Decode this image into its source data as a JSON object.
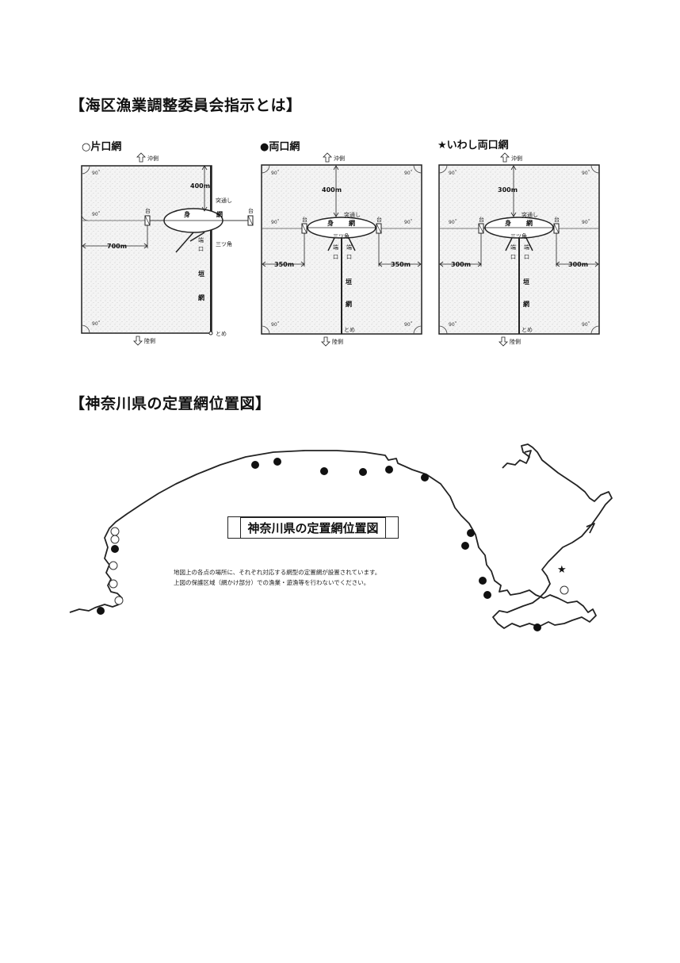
{
  "headings": {
    "instructions": "【海区漁業調整委員会指示とは】",
    "location_map": "【神奈川県の定置網位置図】"
  },
  "diagrams": [
    {
      "title": "○片口網",
      "top_label": "沖側",
      "bottom_label": "陸側",
      "angle": "90˚",
      "dist_top": "400m",
      "dist_side_left": "700m",
      "body_label_1": "身",
      "body_label_2": "網",
      "pass_label": "突通し",
      "stand_label": "台",
      "mouth_label_1": "端",
      "mouth_label_2": "口",
      "triangle_label": "三ツ角",
      "lead_label_1": "垣",
      "lead_label_2": "網",
      "end_label": "とめ"
    },
    {
      "title": "●両口網",
      "top_label": "沖側",
      "bottom_label": "陸側",
      "angle": "90˚",
      "dist_top": "400m",
      "dist_side_left": "350m",
      "dist_side_right": "350m",
      "body_label_1": "身",
      "body_label_2": "網",
      "pass_label": "突通し",
      "stand_label": "台",
      "mouth_label_1": "端",
      "mouth_label_2": "口",
      "triangle_label": "三ツ角",
      "lead_label_1": "垣",
      "lead_label_2": "網",
      "end_label": "とめ"
    },
    {
      "title": "★いわし両口網",
      "top_label": "沖側",
      "bottom_label": "陸側",
      "angle": "90˚",
      "dist_top": "300m",
      "dist_side_left": "300m",
      "dist_side_right": "300m",
      "body_label_1": "身",
      "body_label_2": "網",
      "pass_label": "突通し",
      "stand_label": "台",
      "mouth_label_1": "端",
      "mouth_label_2": "口",
      "triangle_label": "三ツ角",
      "lead_label_1": "垣",
      "lead_label_2": "網",
      "end_label": "とめ"
    }
  ],
  "map": {
    "box_title": "神奈川県の定置網位置図",
    "note_line_1": "地図上の各点の場所に、それぞれ対応する網型の定置網が設置されています。",
    "note_line_2": "上図の保護区域（網かけ部分）での漁業・遊漁等を行わないでください。",
    "marker_types": {
      "filled": "●",
      "open": "○",
      "star": "★"
    }
  }
}
